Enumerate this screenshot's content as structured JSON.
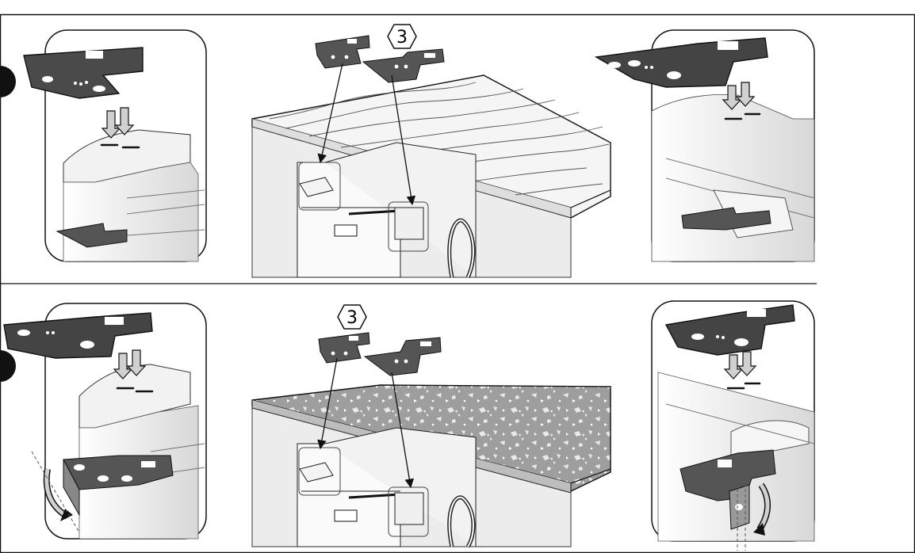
{
  "figure": {
    "top_panel": {
      "callout_label": "3",
      "countertop": "wood-grain-countertop"
    },
    "bottom_panel": {
      "callout_label": "3",
      "countertop": "stone-countertop"
    }
  },
  "colors": {
    "bracket": "#4a4a4a",
    "countertop_wood": "#f4f4f4",
    "countertop_stone": "#9c9c9c",
    "cabinet": "#e6e6e6",
    "line": "#1a1a1a"
  }
}
